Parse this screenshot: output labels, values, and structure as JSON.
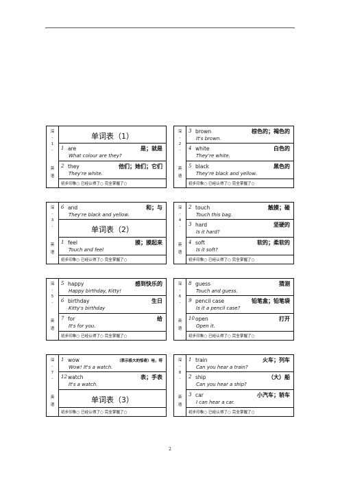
{
  "side_label": {
    "top": "深",
    "dash": "-",
    "bottom_1": "英",
    "bottom_2": "语"
  },
  "footer": "初步印象○ 已经认得了○ 完全掌握了○",
  "page_number": "2",
  "cards": [
    {
      "side_num": "1",
      "rows": [
        {
          "kind": "title",
          "text": "单词表（1）"
        },
        {
          "kind": "word",
          "num": "1",
          "word": "are",
          "meaning": "是；就是",
          "example": "What colour are they?"
        },
        {
          "kind": "word",
          "num": "2",
          "word": "they",
          "meaning": "他们；她们；它们",
          "example": "They're white."
        }
      ]
    },
    {
      "side_num": "2",
      "rows": [
        {
          "kind": "word",
          "num": "3",
          "word": "brown",
          "meaning": "棕色的；褐色的",
          "example": "It's brown."
        },
        {
          "kind": "word",
          "num": "4",
          "word": "white",
          "meaning": "白色的",
          "example": "They're white."
        },
        {
          "kind": "word",
          "num": "5",
          "word": "black",
          "meaning": "黑色的",
          "example": "They're black and yellow."
        }
      ]
    },
    {
      "side_num": "3",
      "rows": [
        {
          "kind": "word",
          "num": "6",
          "word": "and",
          "meaning": "和；与",
          "example": "They're black and yellow."
        },
        {
          "kind": "title",
          "text": "单词表（2）"
        },
        {
          "kind": "word",
          "num": "1",
          "word": "feel",
          "meaning": "摸；摸起来",
          "example": "Touch and feel"
        }
      ]
    },
    {
      "side_num": "4",
      "rows": [
        {
          "kind": "word",
          "num": "2",
          "word": "touch",
          "meaning": "触摸；碰",
          "example": "Touch this bag."
        },
        {
          "kind": "word",
          "num": "3",
          "word": "hard",
          "meaning": "坚硬的",
          "example": "Is it hard?"
        },
        {
          "kind": "word",
          "num": "4",
          "word": "soft",
          "meaning": "软的；柔软的",
          "example": "Is it soft?"
        }
      ]
    },
    {
      "side_num": "5",
      "rows": [
        {
          "kind": "word",
          "num": "5",
          "word": "happy",
          "meaning": "感到快乐的",
          "example": "Happy birthday, Kitty!"
        },
        {
          "kind": "word",
          "num": "6",
          "word": "birthday",
          "meaning": "生日",
          "example": "Kitty's birthday"
        },
        {
          "kind": "word",
          "num": "7",
          "word": "for",
          "meaning": "给",
          "example": "It's for you."
        }
      ]
    },
    {
      "side_num": "6",
      "rows": [
        {
          "kind": "word",
          "num": "8",
          "word": "guess",
          "meaning": "猜测",
          "example": "Touch and guess."
        },
        {
          "kind": "word",
          "num": "9",
          "word": "pencil case",
          "meaning": "铅笔盒；铅笔袋",
          "example": "Is it a pencil case?"
        },
        {
          "kind": "word",
          "num": "10",
          "word": "open",
          "meaning": "打开",
          "example": "Open it."
        }
      ]
    },
    {
      "side_num": "7",
      "rows": [
        {
          "kind": "word",
          "num": "1",
          "word": "wow",
          "meaning": "（表示极大的惊奇）哇，呀",
          "small": true,
          "example": "Wow! It's a watch."
        },
        {
          "kind": "word",
          "num": "12",
          "word": "watch",
          "meaning": "表；手表",
          "example": "It's a watch."
        },
        {
          "kind": "title",
          "text": "单词表（3）"
        }
      ]
    },
    {
      "side_num": "8",
      "rows": [
        {
          "kind": "word",
          "num": "1",
          "word": "train",
          "meaning": "火车；列车",
          "example": "Can you hear a train?"
        },
        {
          "kind": "word",
          "num": "2",
          "word": "ship",
          "meaning": "（大）船",
          "example": "Can you hear a ship?"
        },
        {
          "kind": "word",
          "num": "3",
          "word": "car",
          "meaning": "小汽车；轿车",
          "example": "I can hear a car."
        }
      ]
    }
  ]
}
